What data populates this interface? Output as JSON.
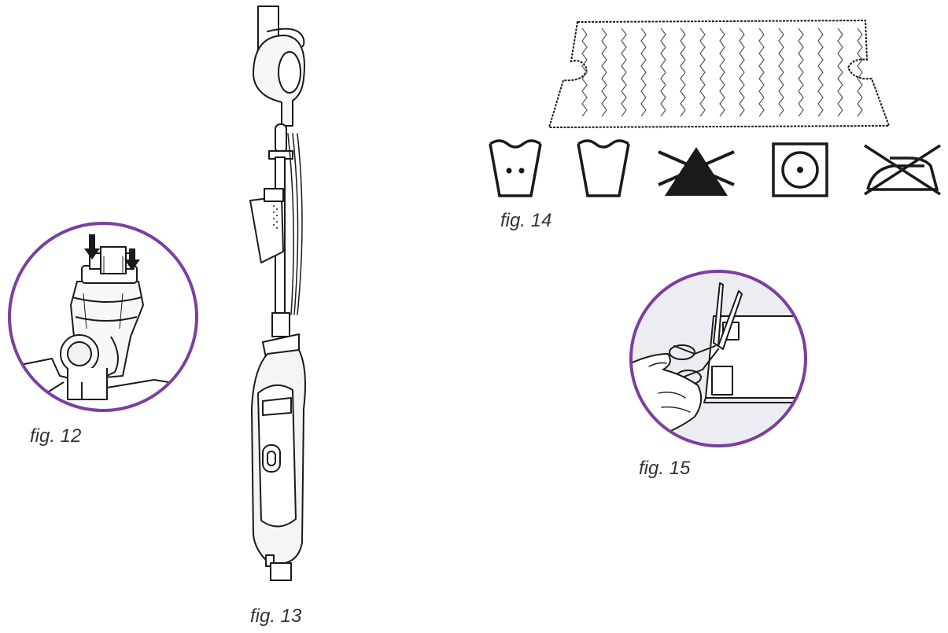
{
  "figures": {
    "fig12": {
      "caption": "fig. 12",
      "depicts": "pad-attachment-closeup",
      "frame_color": "#7b3fa0"
    },
    "fig13": {
      "caption": "fig. 13",
      "depicts": "steam-mop-hanging-on-hook"
    },
    "fig14": {
      "caption": "fig. 14",
      "depicts": "microfiber-pad-with-care-symbols",
      "care_symbols": [
        "wash-40-icon",
        "wash-tub-icon",
        "no-bleach-icon",
        "tumble-dry-icon",
        "do-not-iron-icon"
      ]
    },
    "fig15": {
      "caption": "fig. 15",
      "depicts": "scissors-trimming-pad-threads",
      "frame_color": "#7b3fa0"
    }
  },
  "colors": {
    "accent": "#7b3fa0",
    "line": "#1a1a1a",
    "caption": "#333333",
    "shade": "#ececf3"
  }
}
